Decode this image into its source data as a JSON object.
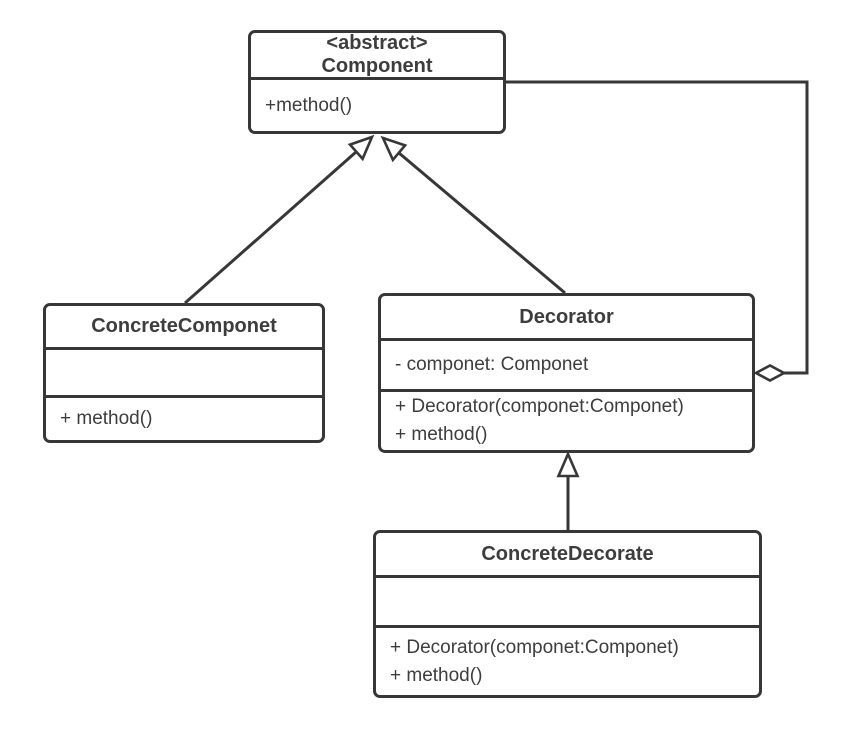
{
  "classes": {
    "component": {
      "stereotype": "<abstract>",
      "name": "Component",
      "methods": [
        "+method()"
      ]
    },
    "concrete_componet": {
      "name": "ConcreteComponet",
      "attributes": [],
      "methods": [
        "+ method()"
      ]
    },
    "decorator": {
      "name": "Decorator",
      "attributes": [
        "- componet: Componet"
      ],
      "methods": [
        "+ Decorator(componet:Componet)",
        "+ method()"
      ]
    },
    "concrete_decorate": {
      "name": "ConcreteDecorate",
      "attributes": [],
      "methods": [
        "+ Decorator(componet:Componet)",
        "+ method()"
      ]
    }
  },
  "relationships": [
    {
      "type": "inheritance",
      "from": "ConcreteComponet",
      "to": "Component"
    },
    {
      "type": "inheritance",
      "from": "Decorator",
      "to": "Component"
    },
    {
      "type": "inheritance",
      "from": "ConcreteDecorate",
      "to": "Decorator"
    },
    {
      "type": "aggregation",
      "from": "Decorator",
      "to": "Component"
    }
  ],
  "colors": {
    "stroke": "#373737",
    "text": "#3d3d3d",
    "background": "#ffffff"
  }
}
